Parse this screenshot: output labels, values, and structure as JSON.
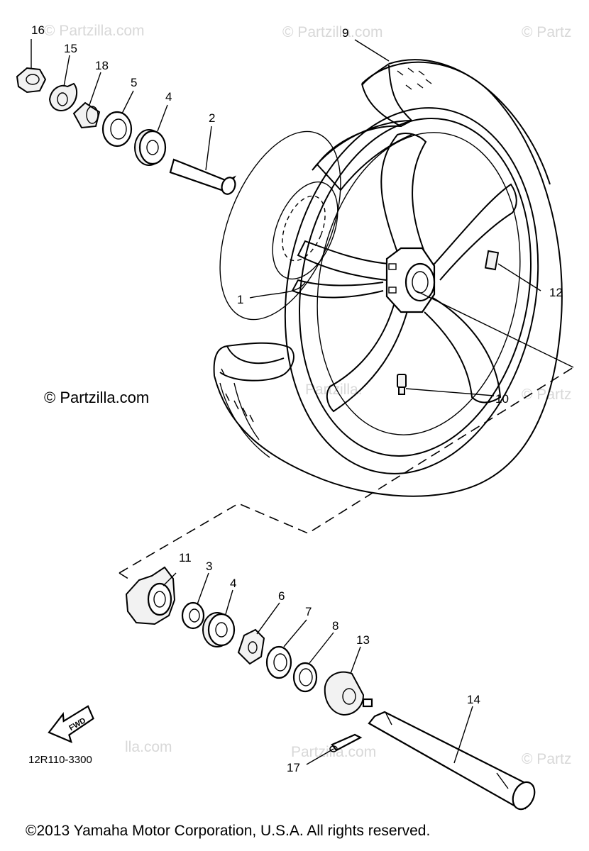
{
  "watermarks": {
    "top_left": "© Partzilla.com",
    "top_center": "© Partzilla.com",
    "top_right": "© Partz",
    "middle_left": "© Partzilla.com",
    "middle_center": "Partzilla.",
    "middle_right": "© Partz",
    "bottom_left": "lla.com",
    "bottom_center": "Partzilla.com",
    "bottom_right": "© Partz"
  },
  "callouts": {
    "c1": "1",
    "c2": "2",
    "c3": "3",
    "c4a": "4",
    "c4b": "4",
    "c5": "5",
    "c6": "6",
    "c7": "7",
    "c8": "8",
    "c9": "9",
    "c10": "10",
    "c11": "11",
    "c12": "12",
    "c13": "13",
    "c14": "14",
    "c15": "15",
    "c16": "16",
    "c17": "17",
    "c18": "18"
  },
  "fwd_label": "FWD",
  "diagram_code": "12R110-3300",
  "copyright": "©2013  Yamaha Motor Corporation, U.S.A. All rights reserved."
}
